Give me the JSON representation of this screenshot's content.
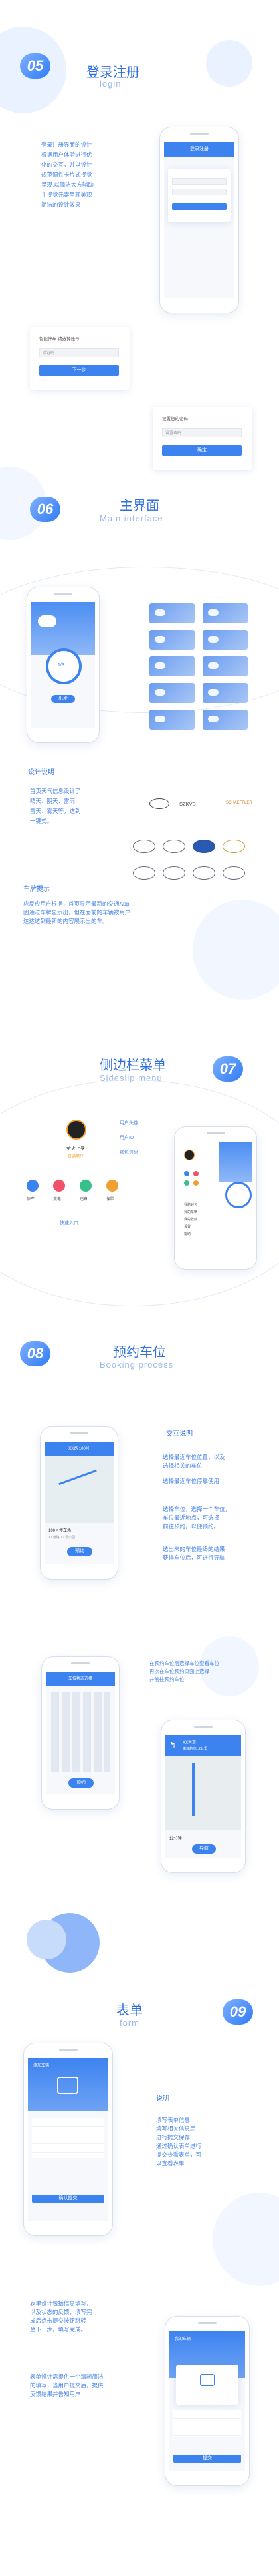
{
  "sections": {
    "s05": {
      "num": "05",
      "title": "登录注册",
      "sub": "login"
    },
    "s06": {
      "num": "06",
      "title": "主界面",
      "sub": "Main interface"
    },
    "s07": {
      "num": "07",
      "title": "侧边栏菜单",
      "sub": "Sideslip menu"
    },
    "s08": {
      "num": "08",
      "title": "预约车位",
      "sub": "Booking process"
    },
    "s09": {
      "num": "09",
      "title": "表单",
      "sub": "form"
    }
  },
  "login": {
    "desc": [
      "登录注册界面的设计",
      "根据用户体验进行优",
      "化的交互，并以设计",
      "规范调性卡片式视觉",
      "呈现,以简洁大方辅助",
      "主视觉元素呈现美观",
      "简洁的设计效果"
    ],
    "card_title": "智能停车·请选择账号",
    "card_field_label": "验证码",
    "card_button": "下一步",
    "phone_title": "登录注册",
    "card2_title": "设置您的密码",
    "card2_field_label": "设置密码",
    "card2_button": "确定"
  },
  "main": {
    "design_title": "设计说明",
    "design_desc": [
      "首页天气信息设计了",
      "晴天、阴天、雷雨",
      "雪天、雾天等，达到",
      "一键式。"
    ],
    "brand_title": "车牌提示",
    "brand_desc": [
      "应反应用户根据，首页显示最新的交通App",
      "因通过车牌显示出，但在面前的车辆被用户",
      "达达达到最新的内容展示出的车。"
    ],
    "brand_text": "SCHAEFFLER",
    "brand_text2": "SZKVB",
    "phone_status": "1/3",
    "phone_btn": "出发"
  },
  "side": {
    "menu_items": [
      "用户头像",
      "用户ID",
      "钱包信息",
      "快速入口"
    ],
    "user_name": "萤火上身",
    "user_sub": "普通用户",
    "icons": [
      "停车",
      "充电",
      "违章",
      "保险"
    ],
    "list": [
      "我的钱包",
      "我的车辆",
      "我的收藏",
      "设置",
      "帮助"
    ]
  },
  "booking": {
    "interact_title": "交互说明",
    "bullets": [
      [
        "选择最近车位位置，以及",
        "选择相关的车位"
      ],
      [
        "选择最近车位停靠使用"
      ],
      [
        "选择车位，选择一个车位，",
        "车位最近地点，可选择",
        "前往预约，以便预约。"
      ],
      [
        "选出来的车位最终的结果",
        "获得车位后，可进行导航"
      ]
    ],
    "p2_note": [
      "在预约车位后选择车位查看车位",
      "再次在车位预约页面上选择",
      "并前往预约车位"
    ],
    "phone_search": "XX路 100号",
    "phone_addr": "100号停车场",
    "phone_btn": "导航",
    "map_btn": "预约",
    "map_info": "XX道路·XX号公园",
    "grid_title": "车位状态选择",
    "nav_street": "XX大道",
    "nav_time": "12分钟",
    "nav_info": "离目的地1.2公里"
  },
  "form": {
    "desc_title": "说明",
    "desc": [
      "填写表单信息",
      "填写相关信息后",
      "进行提交保存",
      "通过确认表单进行",
      "提交查看表单，可",
      "以查看表单"
    ],
    "left_desc": [
      "表单设计包括信息填写，",
      "以及状态的反馈，填写完",
      "成后点击提交按钮跳转",
      "至下一步，填写完成。"
    ],
    "left_desc2": [
      "表单设计需提供一个清晰简洁",
      "的填写，当用户提交后，提供",
      "反馈结果并告知用户"
    ],
    "phone_title": "添加车辆",
    "phone_btn": "确认提交",
    "phone2_title": "我的车辆",
    "phone2_btn": "提交"
  },
  "colors": {
    "primary": "#3d83f0",
    "accent": "#2f6fe0",
    "soft": "#eaf2ff"
  }
}
